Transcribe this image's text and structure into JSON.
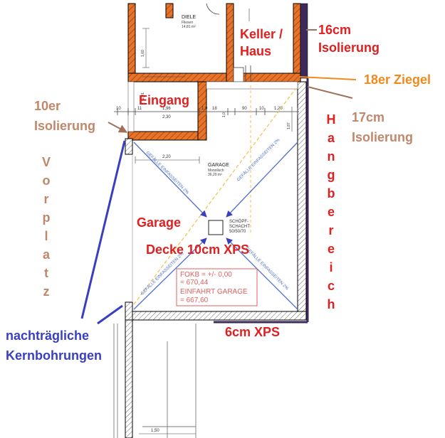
{
  "annotations": {
    "keller_haus_line1": "Keller /",
    "keller_haus_line2": "Haus",
    "isolierung_16_line1": "16cm",
    "isolierung_16_line2": "Isolierung",
    "ziegel_18": "18er Ziegel",
    "eingang": "Eingang",
    "isolierung_10_line1": "10er",
    "isolierung_10_line2": "Isolierung",
    "isolierung_17_line1": "17cm",
    "isolierung_17_line2": "Isolierung",
    "hangbereich_letters": [
      "H",
      "a",
      "n",
      "g",
      "b",
      "e",
      "r",
      "e",
      "i",
      "c",
      "h"
    ],
    "vorplatz_letters": [
      "V",
      "o",
      "r",
      "p",
      "l",
      "a",
      "t",
      "z"
    ],
    "garage": "Garage",
    "decke_xps": "Decke 10cm XPS",
    "xps_6": "6cm XPS",
    "kernbohrungen_line1": "nachträgliche",
    "kernbohrungen_line2": "Kernbohrungen"
  },
  "plan_labels": {
    "diele_name": "DIELE",
    "diele_sub1": "Fliesen",
    "diele_sub2": "14,81 m²",
    "garage_name": "GARAGE",
    "garage_sub1": "Monolisch",
    "garage_sub2": "36,20 m²",
    "schacht_line1": "SCHÖPF-",
    "schacht_line2": "SCHACHT",
    "schacht_line3": "50/50/70",
    "fokb_line1": "FOKB = +/- 0,00",
    "fokb_line2": "= 670,44",
    "einfahrt_line1": "EINFAHRT GARAGE",
    "einfahrt_line2": "= 667,60",
    "gefaelle": "GEFÄLLE EINFASSEITEN 2%",
    "dim_top": [
      "10",
      "11",
      "1,96",
      "2,30",
      "1,0",
      "18",
      "90",
      "10",
      "1,20"
    ],
    "dim_garage": "2,20",
    "dim_bottom": "1,50",
    "dim_left_upper": "1,60",
    "dim_left_mid": "2,01",
    "dim_small": "1,0",
    "dim_right": "1,87"
  },
  "colors": {
    "wall_orange": "#e8742a",
    "insulation_purple": "#3b2a5a",
    "annotation_red": "#e02020",
    "annotation_brown": "#c0876a",
    "annotation_orange": "#f08a1c",
    "annotation_blue": "#3a3fbf",
    "fall_lines": "#4f6fd0",
    "dashed_yellow": "#f2c14e"
  }
}
